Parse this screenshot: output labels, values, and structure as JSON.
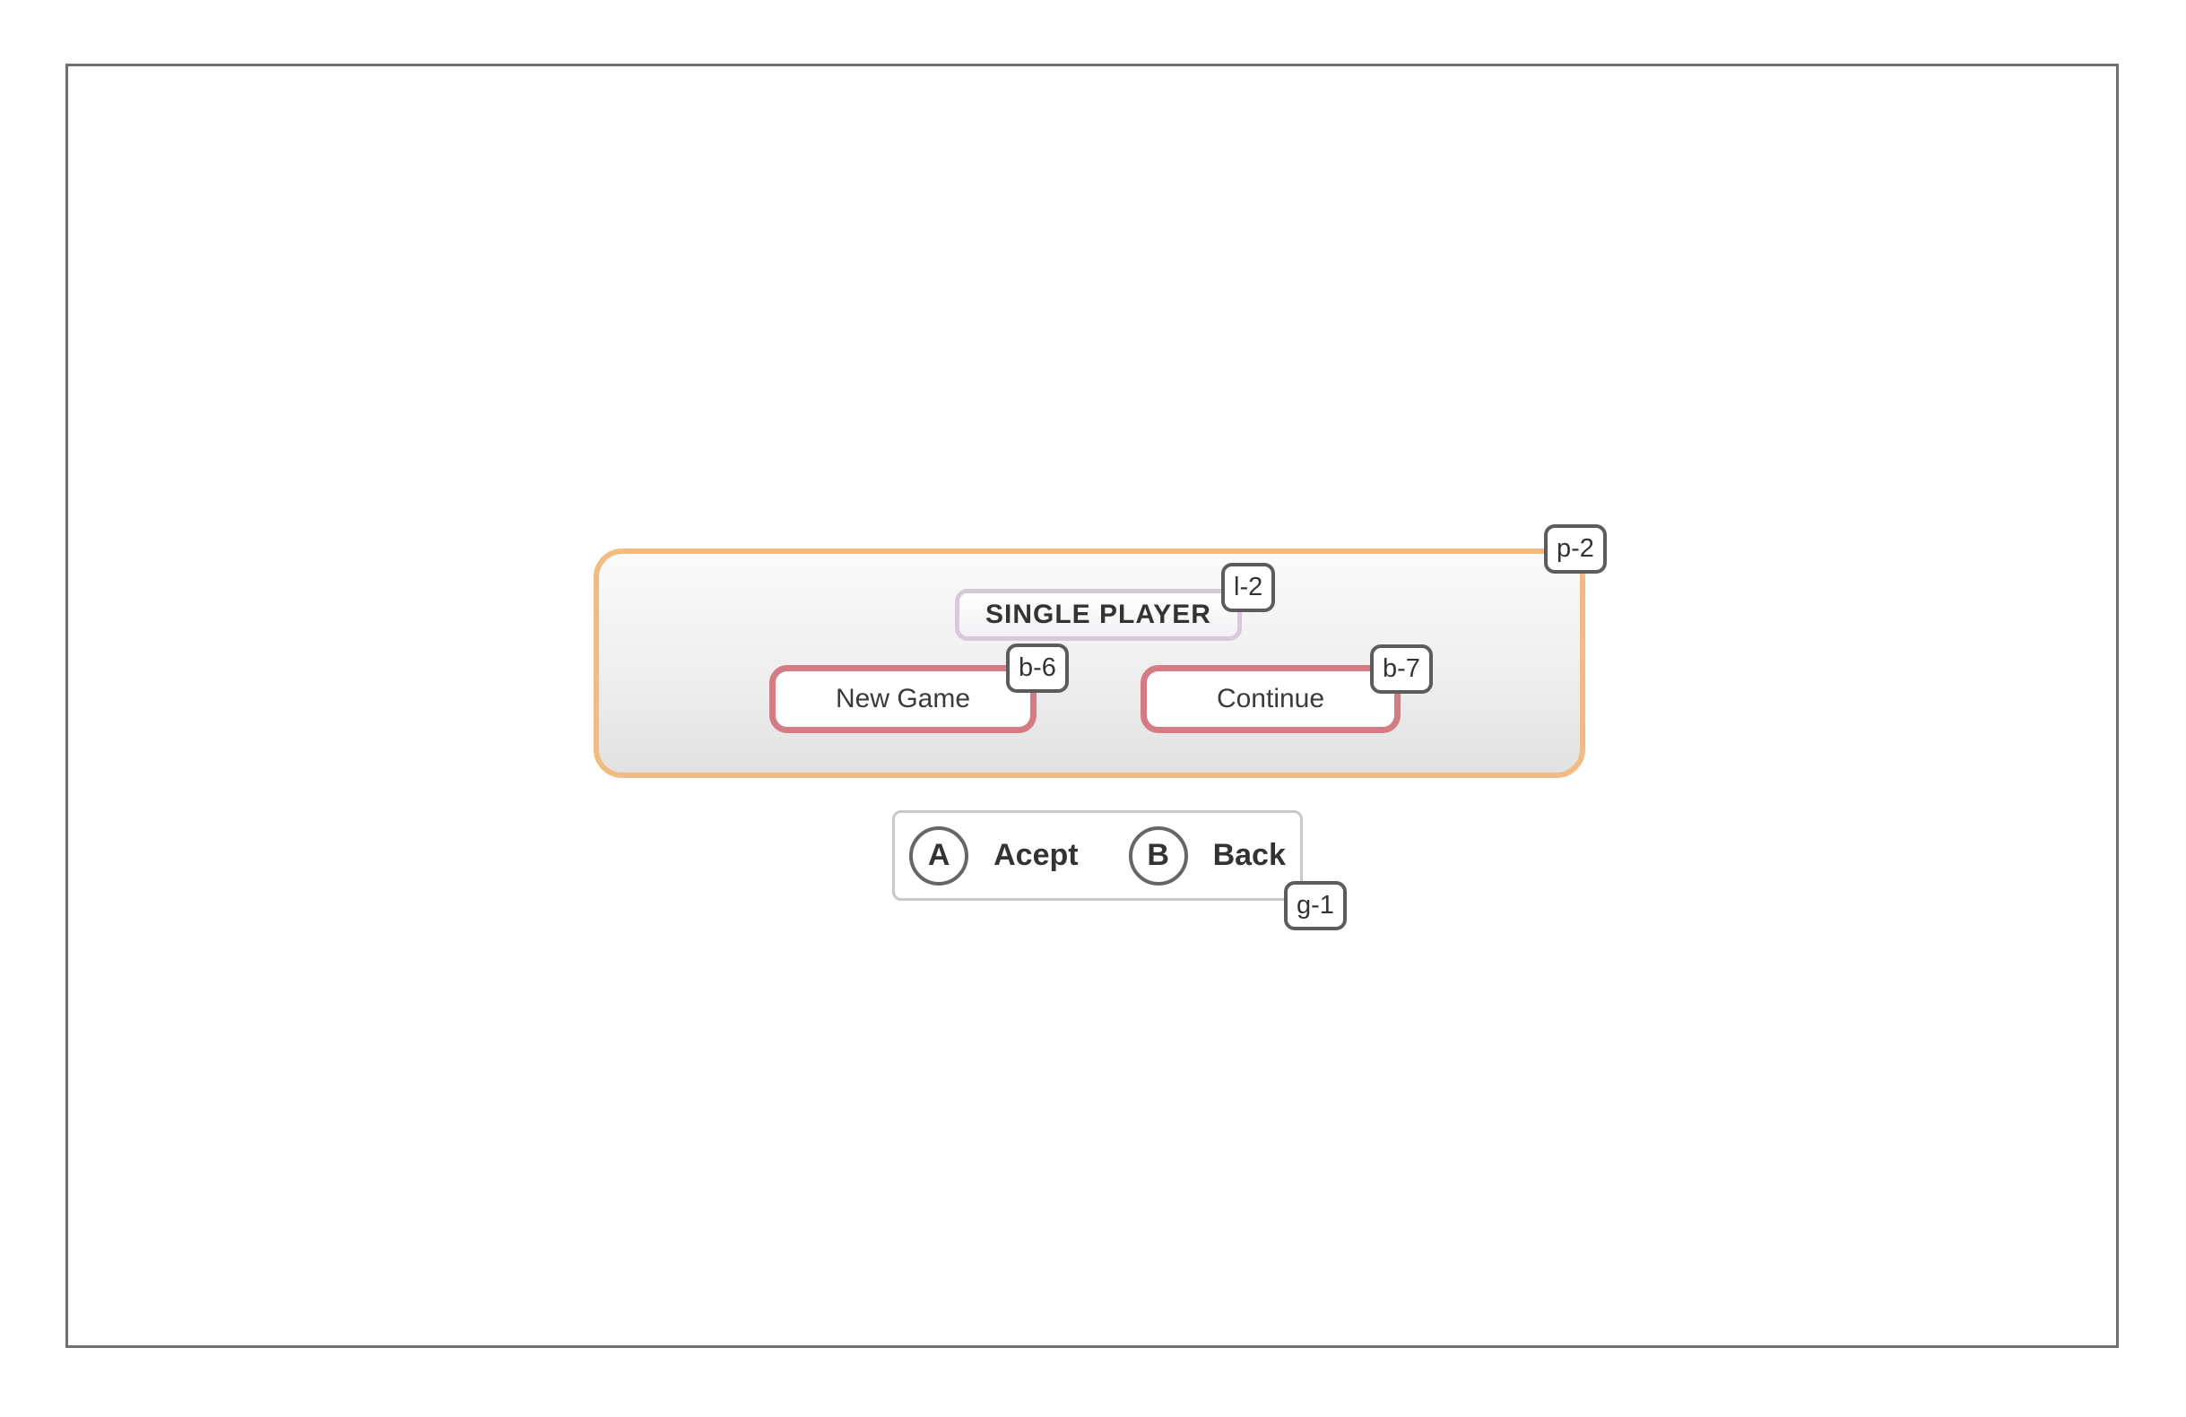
{
  "app": {
    "background_color": "#ffffff",
    "frame_border_color": "#6f6f6f"
  },
  "menu": {
    "title": "SINGLE PLAYER",
    "title_border_color": "#d8c8dc",
    "panel_border_color": "#f1bb81",
    "button_border_color": "#d47b84",
    "buttons": [
      {
        "label": "New Game"
      },
      {
        "label": "Continue"
      }
    ]
  },
  "controller_bar": {
    "border_color": "#c9c9c9",
    "hints": [
      {
        "button": "A",
        "action": "Acept"
      },
      {
        "button": "B",
        "action": "Back"
      }
    ]
  },
  "annotations": {
    "tag_border_color": "#5c5c5c",
    "panel_tag": "p-2",
    "title_tag": "l-2",
    "new_game_tag": "b-6",
    "continue_tag": "b-7",
    "bar_tag": "g-1"
  }
}
